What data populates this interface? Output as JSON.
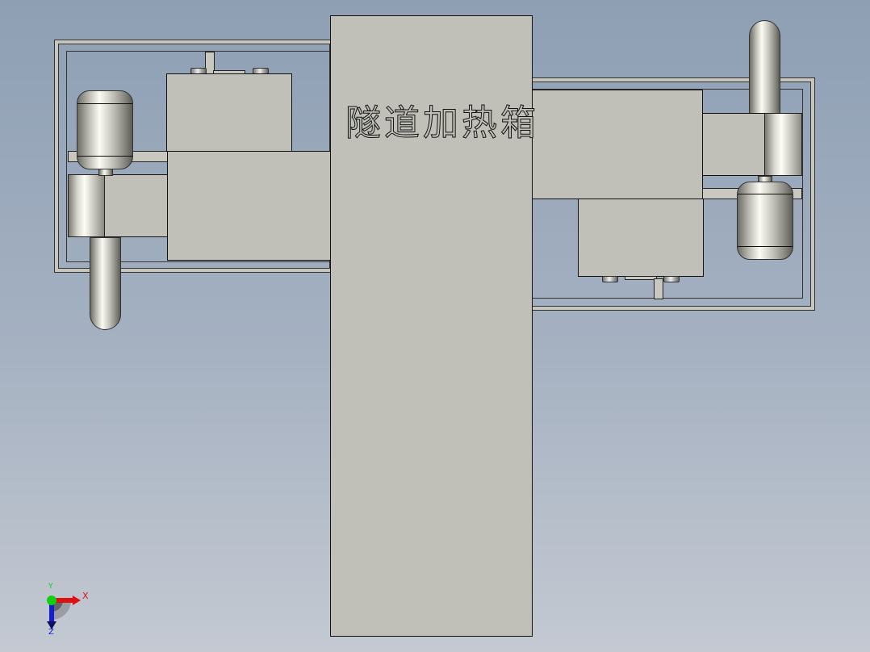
{
  "viewport": {
    "background_top": "#8e9fb4",
    "background_bottom": "#c4c9d2"
  },
  "model": {
    "title_label": "隧道加热箱",
    "body_color": "#c0c0b8",
    "metal_color": "#d8d8d0"
  },
  "triad": {
    "x_label": "X",
    "y_label": "Y",
    "z_label": "Z",
    "x_color": "#e01010",
    "y_color": "#10d010",
    "z_color": "#1020d0"
  }
}
